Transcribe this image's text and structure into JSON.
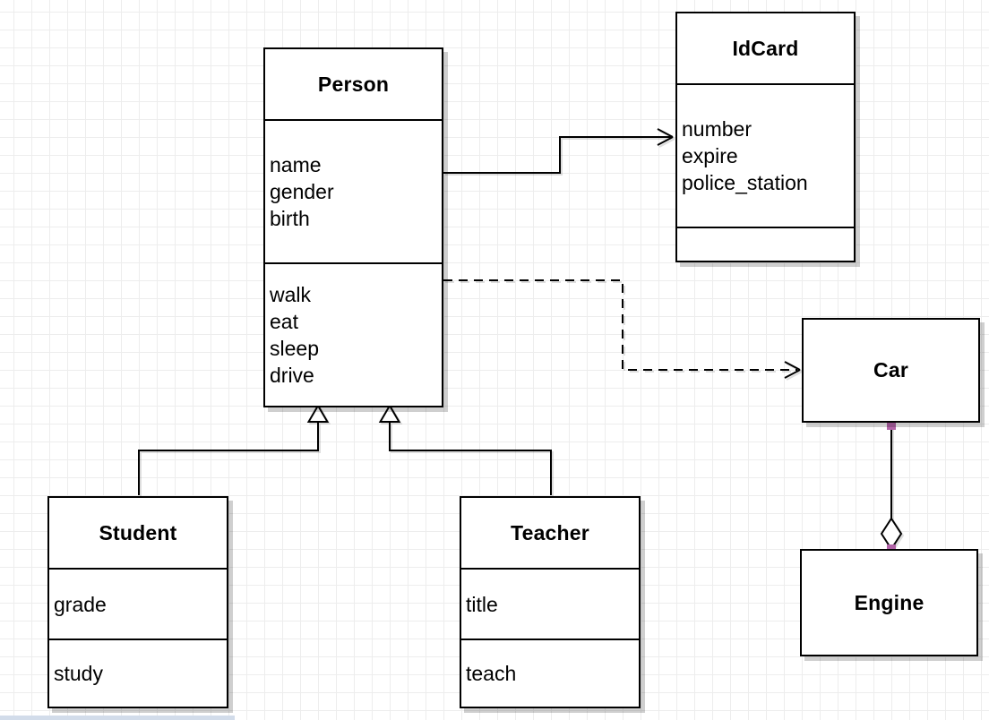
{
  "diagram": {
    "kind": "uml-class-diagram",
    "classes": [
      {
        "name": "Person",
        "attributes": [
          "name",
          "gender",
          "birth"
        ],
        "methods": [
          "walk",
          "eat",
          "sleep",
          "drive"
        ]
      },
      {
        "name": "IdCard",
        "attributes": [
          "number",
          "expire",
          "police_station"
        ],
        "methods": []
      },
      {
        "name": "Student",
        "attributes": [
          "grade"
        ],
        "methods": [
          "study"
        ]
      },
      {
        "name": "Teacher",
        "attributes": [
          "title"
        ],
        "methods": [
          "teach"
        ]
      },
      {
        "name": "Car",
        "attributes": [],
        "methods": []
      },
      {
        "name": "Engine",
        "attributes": [],
        "methods": []
      }
    ],
    "relationships": [
      {
        "from": "Person",
        "to": "IdCard",
        "type": "association",
        "line": "solid",
        "arrowhead": "open-arrow"
      },
      {
        "from": "Person",
        "to": "Car",
        "type": "dependency",
        "line": "dashed",
        "arrowhead": "open-arrow"
      },
      {
        "from": "Student",
        "to": "Person",
        "type": "generalization",
        "line": "solid",
        "arrowhead": "hollow-triangle"
      },
      {
        "from": "Teacher",
        "to": "Person",
        "type": "generalization",
        "line": "solid",
        "arrowhead": "hollow-triangle"
      },
      {
        "from": "Car",
        "to": "Engine",
        "type": "aggregation",
        "line": "solid",
        "arrowhead": "hollow-diamond",
        "endpoint_handles": true
      }
    ]
  },
  "colors": {
    "stroke": "#000000",
    "box_fill": "#ffffff",
    "canvas": "#ffffff",
    "grid_line": "#ededed",
    "shadow": "rgba(0,0,0,0.19)",
    "endpoint_handle": "#b264a8",
    "bottom_strip": "#d2dcea"
  }
}
